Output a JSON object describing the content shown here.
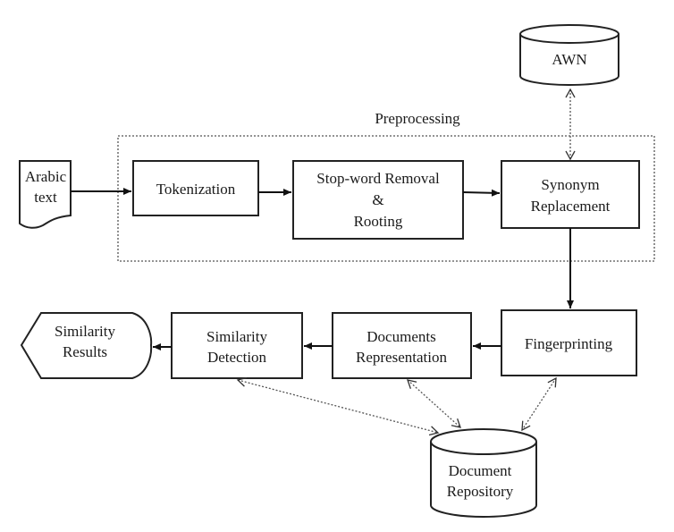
{
  "diagram": {
    "group": {
      "label": "Preprocessing"
    },
    "nodes": {
      "arabic_text": {
        "line1": "Arabic",
        "line2": "text",
        "shape": "document"
      },
      "tokenization": {
        "line1": "Tokenization",
        "shape": "process"
      },
      "stopword": {
        "line1": "Stop-word Removal",
        "line2": "&",
        "line3": "Rooting",
        "shape": "process"
      },
      "synonym": {
        "line1": "Synonym",
        "line2": "Replacement",
        "shape": "process"
      },
      "awn": {
        "line1": "AWN",
        "shape": "database"
      },
      "fingerprinting": {
        "line1": "Fingerprinting",
        "shape": "process"
      },
      "doc_repr": {
        "line1": "Documents",
        "line2": "Representation",
        "shape": "process"
      },
      "sim_detect": {
        "line1": "Similarity",
        "line2": "Detection",
        "shape": "process"
      },
      "sim_results": {
        "line1": "Similarity",
        "line2": "Results",
        "shape": "display"
      },
      "doc_repo": {
        "line1": "Document",
        "line2": "Repository",
        "shape": "database"
      }
    },
    "edges": [
      {
        "from": "Arabic text",
        "to": "Tokenization",
        "style": "solid"
      },
      {
        "from": "Tokenization",
        "to": "Stop-word Removal & Rooting",
        "style": "solid"
      },
      {
        "from": "Stop-word Removal & Rooting",
        "to": "Synonym Replacement",
        "style": "solid"
      },
      {
        "from": "AWN",
        "to": "Synonym Replacement",
        "style": "dotted-bidirectional"
      },
      {
        "from": "Synonym Replacement",
        "to": "Fingerprinting",
        "style": "solid"
      },
      {
        "from": "Fingerprinting",
        "to": "Documents Representation",
        "style": "solid"
      },
      {
        "from": "Documents Representation",
        "to": "Similarity Detection",
        "style": "solid"
      },
      {
        "from": "Similarity Detection",
        "to": "Similarity Results",
        "style": "solid"
      },
      {
        "from": "Document Repository",
        "to": "Fingerprinting",
        "style": "dotted-bidirectional"
      },
      {
        "from": "Document Repository",
        "to": "Documents Representation",
        "style": "dotted-bidirectional"
      },
      {
        "from": "Document Repository",
        "to": "Similarity Detection",
        "style": "dotted-bidirectional"
      }
    ]
  }
}
